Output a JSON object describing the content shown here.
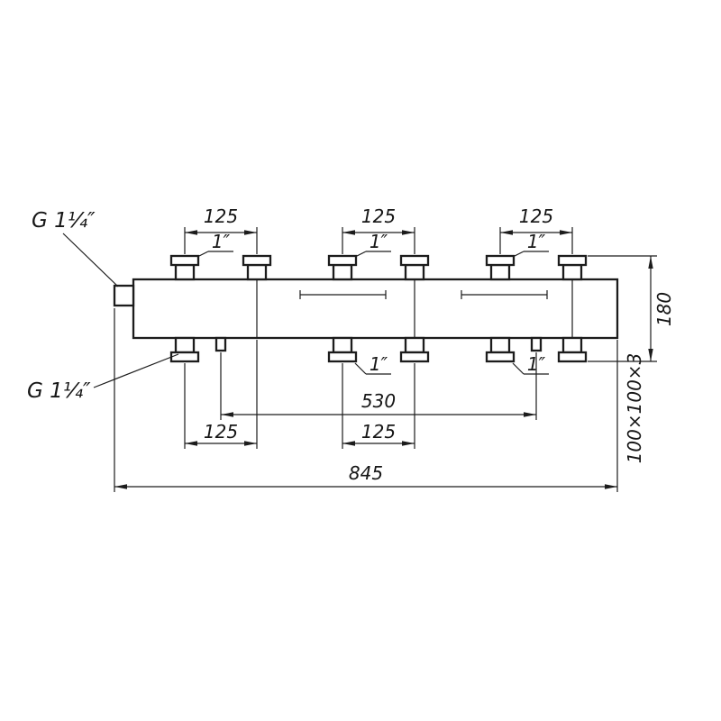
{
  "drawing": {
    "background": "#ffffff",
    "line_color": "#1c1c1c",
    "labels": {
      "g_top": "G 1¼″",
      "g_bottom": "G 1¼″",
      "top_dims": [
        "125",
        "125",
        "125"
      ],
      "top_threads": [
        "1″",
        "1″",
        "1″"
      ],
      "bottom_threads": [
        "1″",
        "1″"
      ],
      "span_dim": "530",
      "bottom_dims": [
        "125",
        "125"
      ],
      "overall_length": "845",
      "overall_height": "180",
      "profile": "100×100×3"
    }
  }
}
